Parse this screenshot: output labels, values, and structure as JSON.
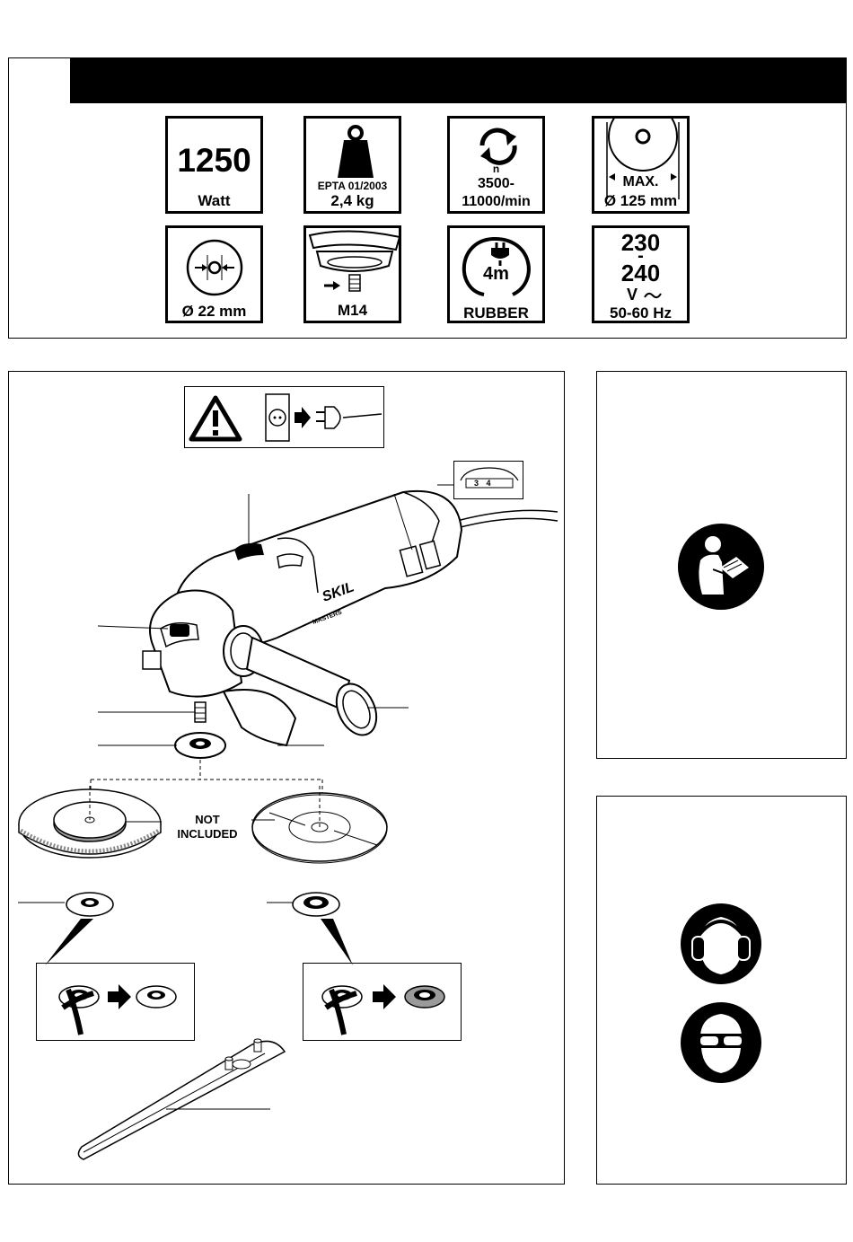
{
  "specs": {
    "power": {
      "value": "1250",
      "unit": "Watt"
    },
    "weight": {
      "standard": "EPTA 01/2003",
      "value": "2,4 kg"
    },
    "speed": {
      "symbol": "n",
      "line1": "3500-",
      "line2": "11000/min"
    },
    "disc": {
      "label": "MAX.",
      "diameter": "Ø 125 mm"
    },
    "bore": {
      "diameter": "Ø 22 mm"
    },
    "spindle": {
      "thread": "M14"
    },
    "cable": {
      "length": "4m",
      "type": "RUBBER"
    },
    "voltage": {
      "v1": "230",
      "dash": "-",
      "v2": "240",
      "v": "V",
      "freq": "50-60 Hz"
    }
  },
  "illustration": {
    "brand": "SKIL",
    "brand_sub": "MASTERS",
    "not_included_line1": "NOT",
    "not_included_line2": "INCLUDED",
    "speed_dial": "3 4"
  },
  "colors": {
    "ink": "#000000",
    "paper": "#ffffff",
    "grey": "#9a9a9a"
  }
}
